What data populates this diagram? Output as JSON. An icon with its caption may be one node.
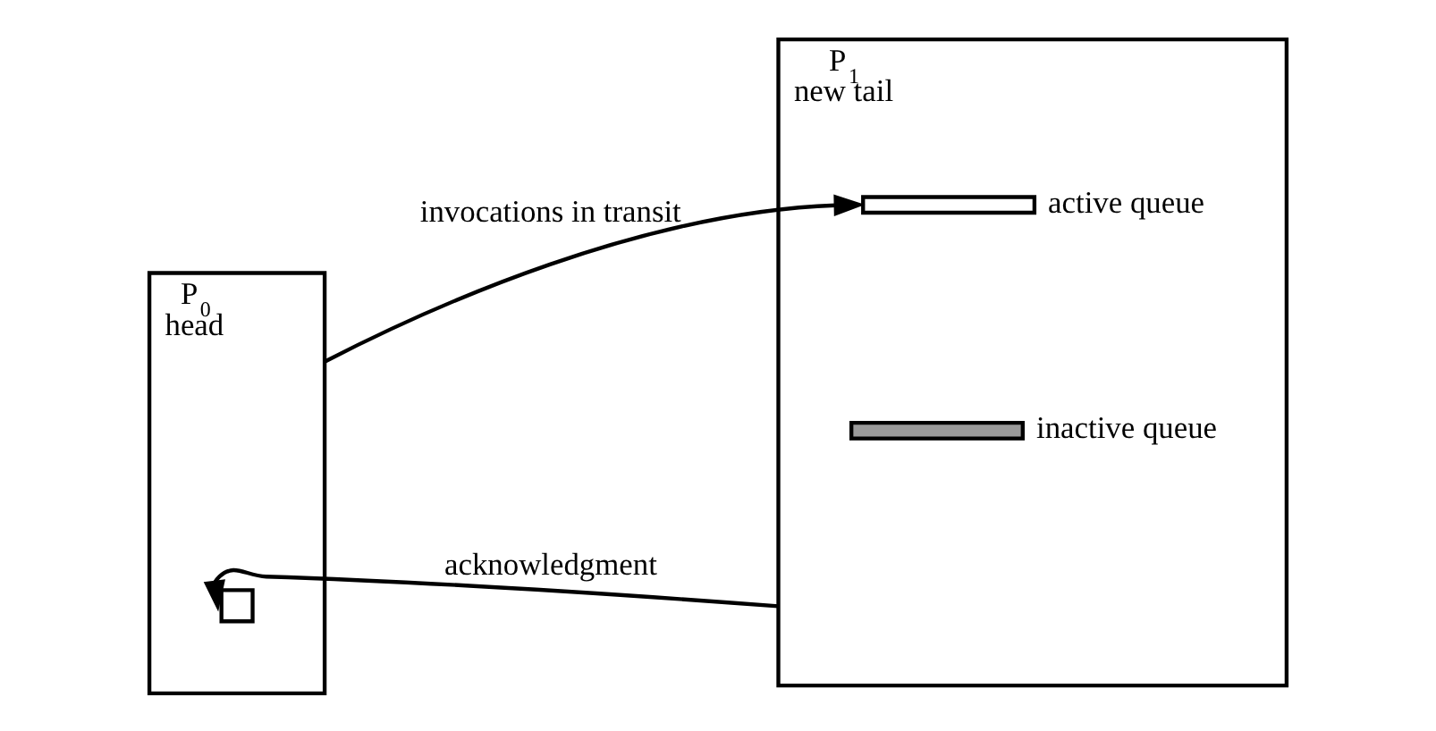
{
  "diagram": {
    "nodes": [
      {
        "text": [
          "P$_{0}$",
          "head"
        ]
      },
      {
        "text": [],
        "shape": "box",
        "in": 0
      },
      {
        "text": [
          "P$_{1}$",
          "new tail"
        ]
      },
      {
        "text": [],
        "shape": "bar",
        "in": 2,
        "beside": [
          "inactive queue"
        ]
      },
      {
        "text": [],
        "shape": "bar",
        "in": 2,
        "beside": [
          "active queue"
        ]
      }
    ],
    "edges": [
      {
        "from": 2,
        "to": 1,
        "arrow": "to",
        "label": "acknowledgment"
      },
      {
        "from": 0,
        "to": 4,
        "arrow": "to",
        "label": "invocations in transit"
      }
    ]
  }
}
